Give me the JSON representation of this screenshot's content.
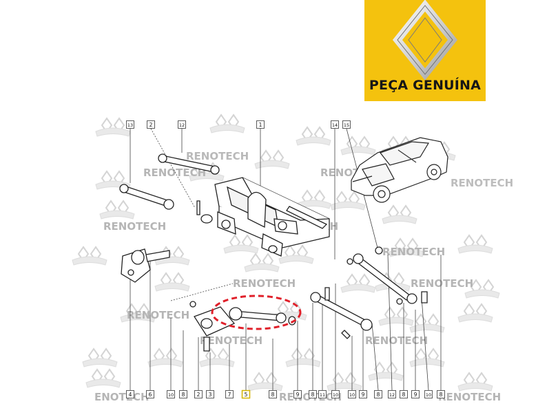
{
  "badge": {
    "text": "PEÇA GENUÍNA",
    "color": "#f4c20e"
  },
  "watermark": {
    "text": "RENOTECH",
    "edge_fragment": "ENOTECH"
  },
  "callouts": {
    "top": [
      "13",
      "2",
      "12",
      "1",
      "14",
      "15"
    ],
    "bottom": [
      "4",
      "6",
      "10",
      "8",
      "2",
      "3",
      "7",
      "5",
      "8",
      "9",
      "8",
      "11",
      "10",
      "10",
      "9",
      "8",
      "12",
      "8",
      "9",
      "10",
      "8"
    ],
    "highlighted": "5"
  },
  "highlight_color": "#e0202a"
}
